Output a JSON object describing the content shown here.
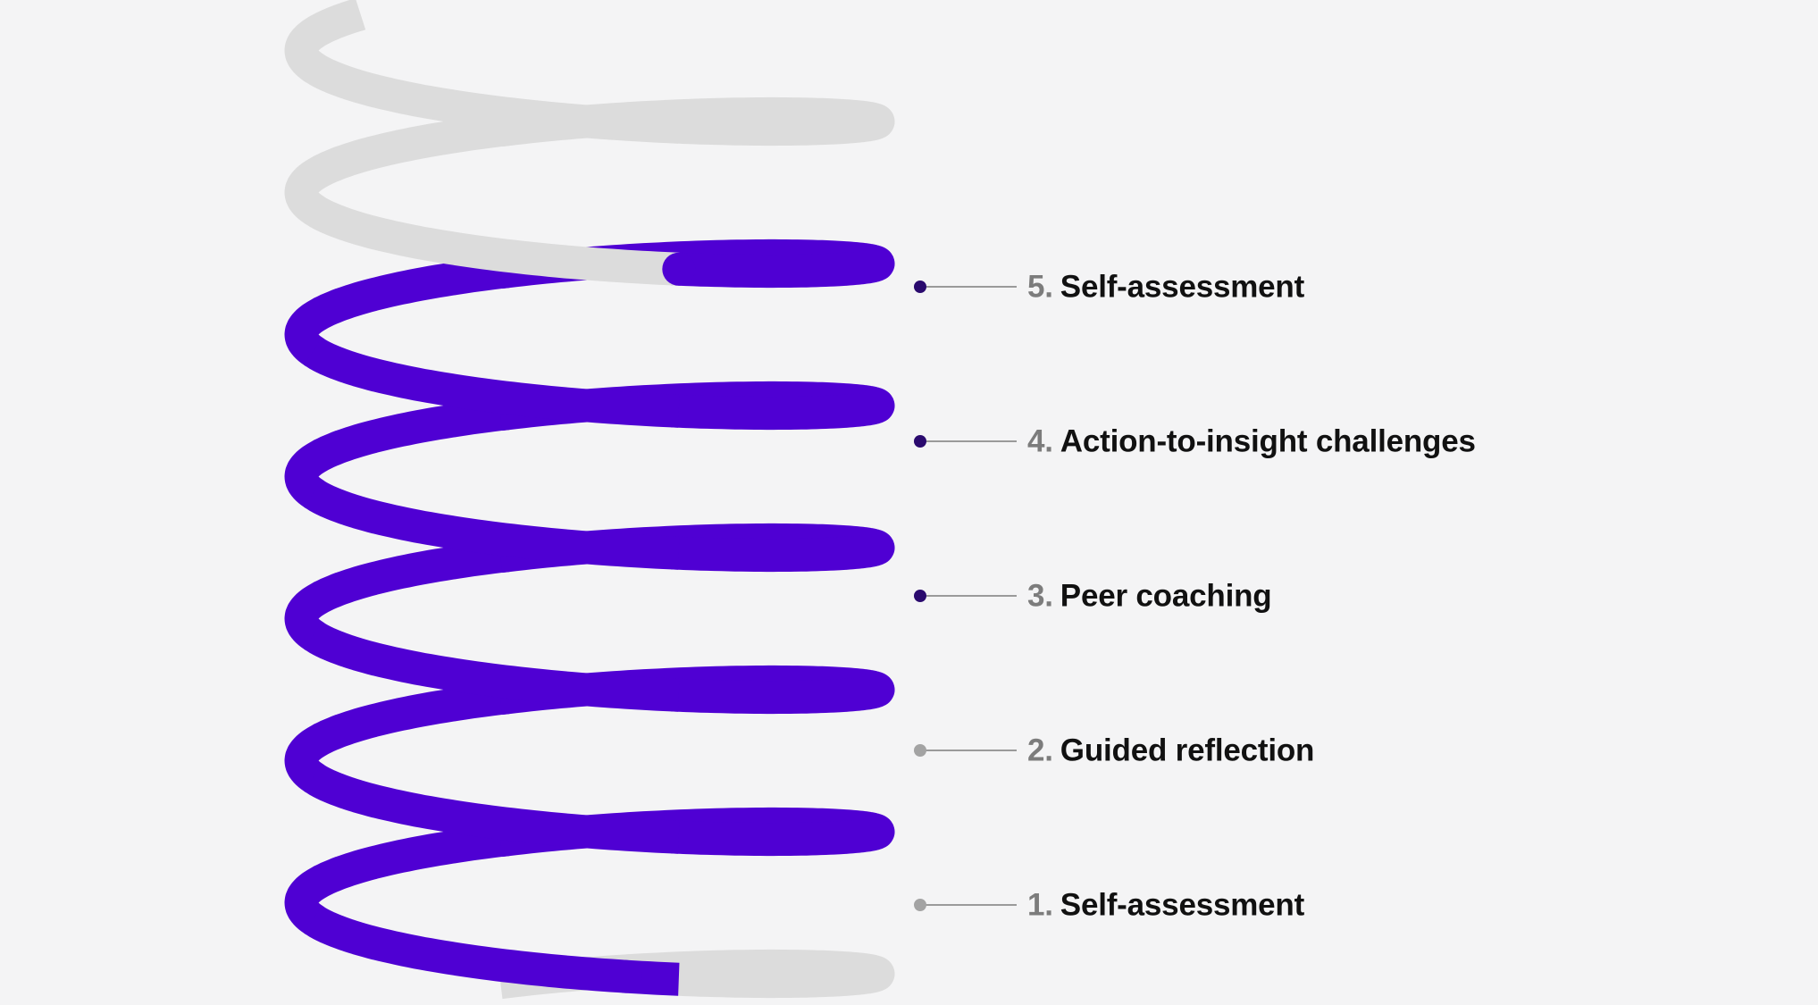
{
  "colors": {
    "background": "#f4f4f5",
    "active_coil": "#4f00d3",
    "active_coil_shade": "#3a009e",
    "inactive_coil": "#dcdcdc",
    "inactive_coil_shade": "#c4c4c4",
    "connector_line": "#9a9a9a",
    "marker_active": "#2a0a6e",
    "marker_inactive": "#a3a3a3",
    "label_number": "#7c7c7c",
    "label_text": "#111111"
  },
  "steps": [
    {
      "number": "1.",
      "label": "Self-assessment",
      "state": "reached"
    },
    {
      "number": "2.",
      "label": "Guided reflection",
      "state": "reached"
    },
    {
      "number": "3.",
      "label": "Peer coaching",
      "state": "current"
    },
    {
      "number": "4.",
      "label": "Action-to-insight challenges",
      "state": "current"
    },
    {
      "number": "5.",
      "label": "Self-assessment",
      "state": "current"
    }
  ]
}
